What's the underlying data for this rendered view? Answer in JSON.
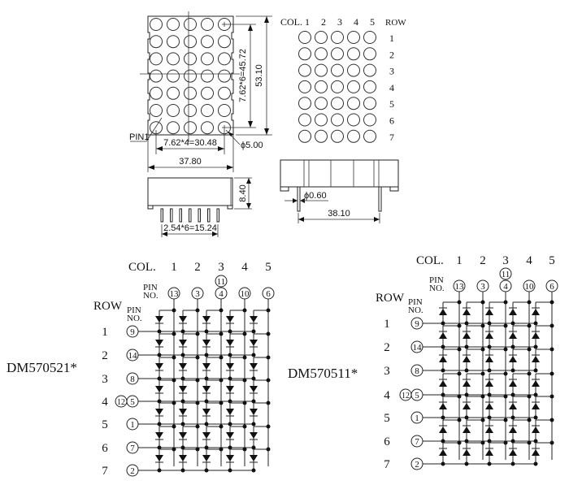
{
  "front_view": {
    "matrix_cols": 5,
    "matrix_rows": 7,
    "dim_height": "53.10",
    "dim_row_pitch": "7.62*6=45.72",
    "dim_col_pitch": "7.62*4=30.48",
    "dim_width": "37.80",
    "dim_led_diameter": "ϕ5.00",
    "pin1_label": "PIN1"
  },
  "side_view": {
    "dim_depth": "8.40",
    "dim_pin_pitch": "2.54*6=15.24",
    "pin_count": 7
  },
  "bottom_view": {
    "dim_pin_diameter": "ϕ0.60",
    "dim_row_spacing": "38.10"
  },
  "map_view": {
    "col_label": "COL.",
    "row_label": "ROW",
    "cols": [
      "1",
      "2",
      "3",
      "4",
      "5"
    ],
    "rows": [
      "1",
      "2",
      "3",
      "4",
      "5",
      "6",
      "7"
    ]
  },
  "schematics": [
    {
      "model": "DM570521*",
      "diode_direction": "down",
      "col_label": "COL.",
      "row_label": "ROW",
      "pin_no_label_1": "PIN",
      "pin_no_label_2": "NO.",
      "cols": [
        "1",
        "2",
        "3",
        "4",
        "5"
      ],
      "col_pins": [
        "13",
        "3",
        "4",
        "10",
        "6"
      ],
      "col3_extra_pin": "11",
      "rows": [
        "1",
        "2",
        "3",
        "4",
        "5",
        "6",
        "7"
      ],
      "row_pins": [
        "9",
        "14",
        "8",
        "5",
        "1",
        "7",
        "2"
      ],
      "row4_extra_pin": "12"
    },
    {
      "model": "DM570511*",
      "diode_direction": "up",
      "col_label": "COL.",
      "row_label": "ROW",
      "pin_no_label_1": "PIN",
      "pin_no_label_2": "NO.",
      "cols": [
        "1",
        "2",
        "3",
        "4",
        "5"
      ],
      "col_pins": [
        "13",
        "3",
        "4",
        "10",
        "6"
      ],
      "col3_extra_pin": "11",
      "rows": [
        "1",
        "2",
        "3",
        "4",
        "5",
        "6",
        "7"
      ],
      "row_pins": [
        "9",
        "14",
        "8",
        "5",
        "1",
        "7",
        "2"
      ],
      "row4_extra_pin": "12"
    }
  ]
}
